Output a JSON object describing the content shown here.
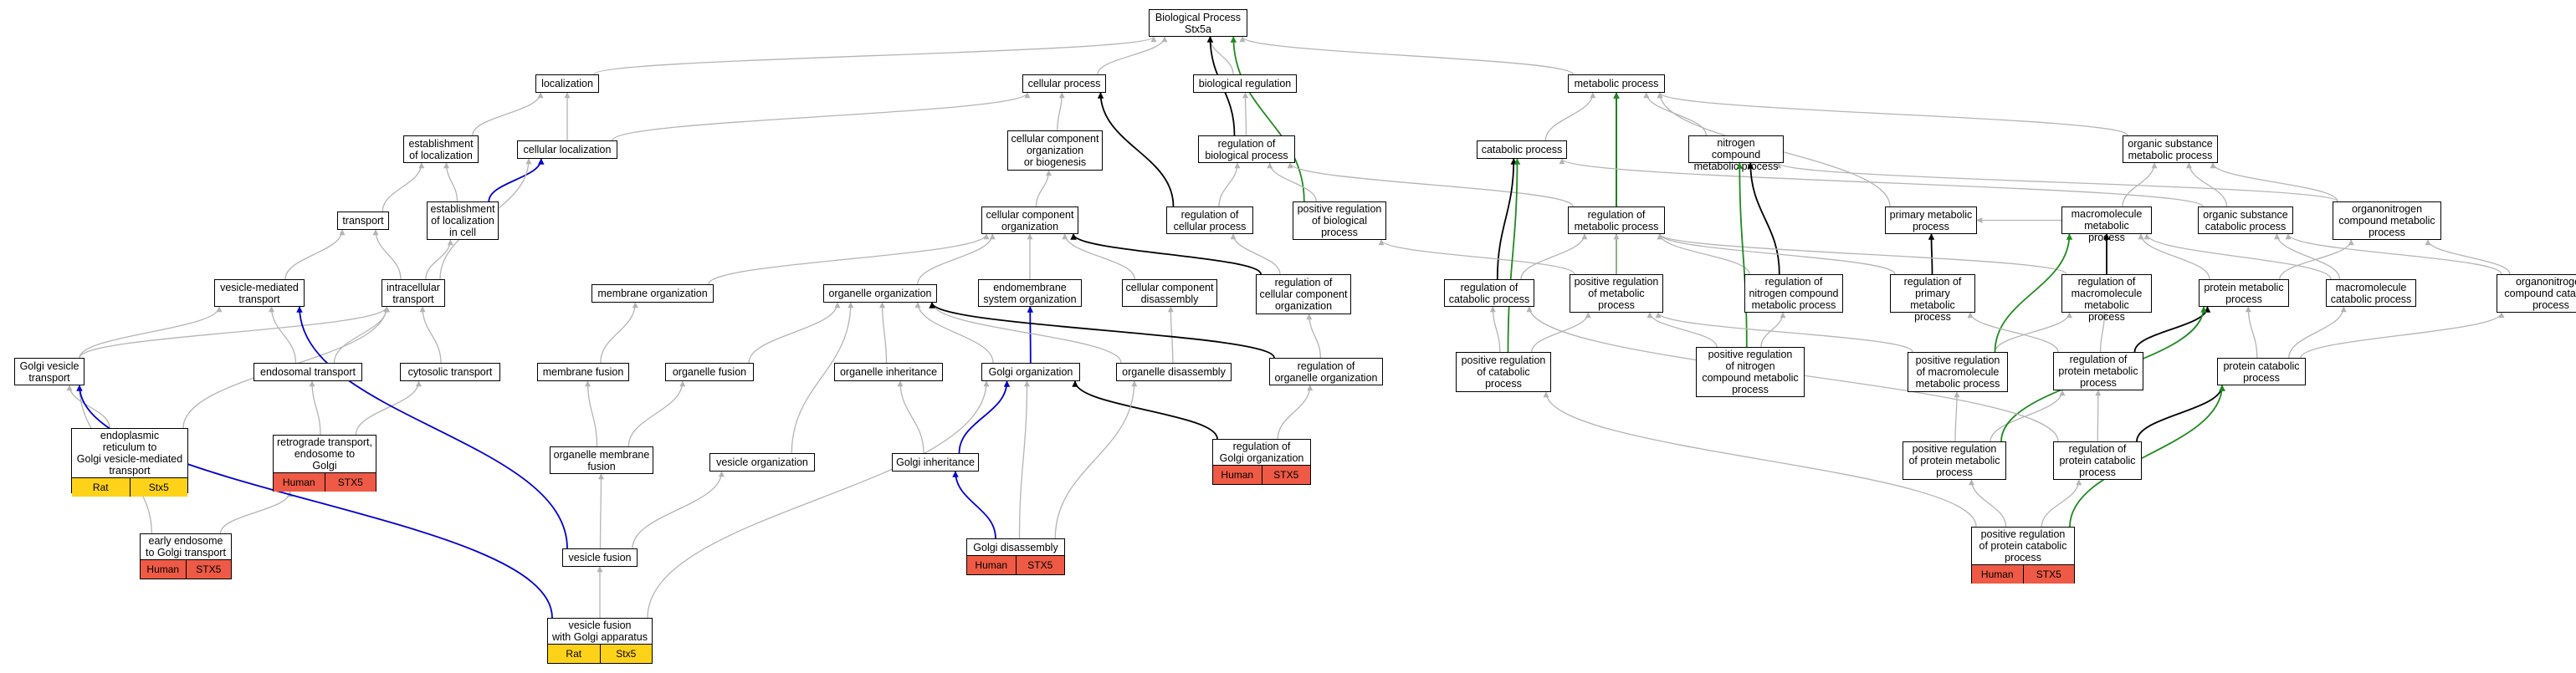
{
  "colors": {
    "is_a": "#b4b4b4",
    "part_of": "#0000cc",
    "regulates": "#000000",
    "positively_regulates": "#1f8a1f",
    "human_annotation": "#ee5a45",
    "rat_annotation": "#ffd21a"
  },
  "nodes": {
    "biological_process": {
      "label": "Biological Process\nStx5a"
    },
    "localization": {
      "label": "localization"
    },
    "cellular_process": {
      "label": "cellular process"
    },
    "biological_regulation": {
      "label": "biological regulation"
    },
    "metabolic_process": {
      "label": "metabolic process"
    },
    "establishment_of_localization": {
      "label": "establishment\nof localization"
    },
    "cellular_localization": {
      "label": "cellular localization"
    },
    "cellular_component_organization_or_biogenesis": {
      "label": "cellular component\norganization\nor biogenesis"
    },
    "regulation_of_biological_process": {
      "label": "regulation of\nbiological process"
    },
    "catabolic_process": {
      "label": "catabolic process"
    },
    "nitrogen_compound_metabolic_process": {
      "label": "nitrogen compound\nmetabolic process"
    },
    "organic_substance_metabolic_process": {
      "label": "organic substance\nmetabolic process"
    },
    "transport": {
      "label": "transport"
    },
    "establishment_of_localization_in_cell": {
      "label": "establishment\nof localization\nin cell"
    },
    "cellular_component_organization": {
      "label": "cellular component\norganization"
    },
    "regulation_of_cellular_process": {
      "label": "regulation of\ncellular process"
    },
    "positive_regulation_of_biological_process": {
      "label": "positive regulation\nof biological\nprocess"
    },
    "regulation_of_metabolic_process": {
      "label": "regulation of\nmetabolic process"
    },
    "primary_metabolic_process": {
      "label": "primary metabolic\nprocess"
    },
    "macromolecule_metabolic_process": {
      "label": "macromolecule\nmetabolic process"
    },
    "organic_substance_catabolic_process": {
      "label": "organic substance\ncatabolic process"
    },
    "organonitrogen_compound_metabolic_process": {
      "label": "organonitrogen\ncompound metabolic\nprocess"
    },
    "vesicle_mediated_transport": {
      "label": "vesicle-mediated\ntransport"
    },
    "intracellular_transport": {
      "label": "intracellular\ntransport"
    },
    "membrane_organization": {
      "label": "membrane organization"
    },
    "organelle_organization": {
      "label": "organelle organization"
    },
    "endomembrane_system_organization": {
      "label": "endomembrane\nsystem organization"
    },
    "cellular_component_disassembly": {
      "label": "cellular component\ndisassembly"
    },
    "regulation_of_cellular_component_organization": {
      "label": "regulation of\ncellular component\norganization"
    },
    "regulation_of_catabolic_process": {
      "label": "regulation of\ncatabolic process"
    },
    "positive_regulation_of_metabolic_process": {
      "label": "positive regulation\nof metabolic\nprocess"
    },
    "regulation_of_nitrogen_compound_metabolic_process": {
      "label": "regulation of\nnitrogen compound\nmetabolic process"
    },
    "regulation_of_primary_metabolic_process": {
      "label": "regulation of\nprimary metabolic\nprocess"
    },
    "regulation_of_macromolecule_metabolic_process": {
      "label": "regulation of\nmacromolecule\nmetabolic process"
    },
    "protein_metabolic_process": {
      "label": "protein metabolic\nprocess"
    },
    "macromolecule_catabolic_process": {
      "label": "macromolecule\ncatabolic process"
    },
    "organonitrogen_compound_catabolic_process": {
      "label": "organonitrogen\ncompound catabolic\nprocess"
    },
    "golgi_vesicle_transport": {
      "label": "Golgi vesicle\ntransport"
    },
    "endosomal_transport": {
      "label": "endosomal transport"
    },
    "cytosolic_transport": {
      "label": "cytosolic transport"
    },
    "membrane_fusion": {
      "label": "membrane fusion"
    },
    "organelle_fusion": {
      "label": "organelle fusion"
    },
    "organelle_inheritance": {
      "label": "organelle inheritance"
    },
    "golgi_organization": {
      "label": "Golgi organization"
    },
    "organelle_disassembly": {
      "label": "organelle disassembly"
    },
    "regulation_of_organelle_organization": {
      "label": "regulation of\norganelle organization"
    },
    "positive_regulation_of_catabolic_process": {
      "label": "positive regulation\nof catabolic\nprocess"
    },
    "positive_regulation_of_nitrogen_compound_metabolic_process": {
      "label": "positive regulation\nof nitrogen\ncompound metabolic\nprocess"
    },
    "positive_regulation_of_macromolecule_metabolic_process": {
      "label": "positive regulation\nof macromolecule\nmetabolic process"
    },
    "regulation_of_protein_metabolic_process": {
      "label": "regulation of\nprotein metabolic\nprocess"
    },
    "protein_catabolic_process": {
      "label": "protein catabolic\nprocess"
    },
    "er_to_golgi_vesicle_mediated_transport": {
      "label": "endoplasmic\nreticulum to\nGolgi vesicle-mediated\ntransport",
      "annotation": {
        "species": "Rat",
        "gene": "Stx5"
      }
    },
    "retrograde_transport_endosome_to_golgi": {
      "label": "retrograde transport,\nendosome to\nGolgi",
      "annotation": {
        "species": "Human",
        "gene": "STX5"
      }
    },
    "organelle_membrane_fusion": {
      "label": "organelle membrane\nfusion"
    },
    "vesicle_organization": {
      "label": "vesicle organization"
    },
    "golgi_inheritance": {
      "label": "Golgi inheritance"
    },
    "regulation_of_golgi_organization": {
      "label": "regulation of\nGolgi organization",
      "annotation": {
        "species": "Human",
        "gene": "STX5"
      }
    },
    "positive_regulation_of_protein_metabolic_process": {
      "label": "positive regulation\nof protein metabolic\nprocess"
    },
    "regulation_of_protein_catabolic_process": {
      "label": "regulation of\nprotein catabolic\nprocess"
    },
    "early_endosome_to_golgi_transport": {
      "label": "early endosome\nto Golgi transport",
      "annotation": {
        "species": "Human",
        "gene": "STX5"
      }
    },
    "golgi_disassembly": {
      "label": "Golgi disassembly",
      "annotation": {
        "species": "Human",
        "gene": "STX5"
      }
    },
    "vesicle_fusion": {
      "label": "vesicle fusion"
    },
    "positive_regulation_of_protein_catabolic_process": {
      "label": "positive regulation\nof protein catabolic\nprocess",
      "annotation": {
        "species": "Human",
        "gene": "STX5"
      }
    },
    "vesicle_fusion_with_golgi_apparatus": {
      "label": "vesicle fusion\nwith Golgi apparatus",
      "annotation": {
        "species": "Rat",
        "gene": "Stx5"
      }
    }
  },
  "edges": [
    [
      "localization",
      "biological_process",
      "is_a"
    ],
    [
      "cellular_process",
      "biological_process",
      "is_a"
    ],
    [
      "biological_regulation",
      "biological_process",
      "is_a"
    ],
    [
      "metabolic_process",
      "biological_process",
      "is_a"
    ],
    [
      "regulation_of_biological_process",
      "biological_process",
      "regulates"
    ],
    [
      "positive_regulation_of_biological_process",
      "biological_process",
      "positively_regulates"
    ],
    [
      "establishment_of_localization",
      "localization",
      "is_a"
    ],
    [
      "cellular_localization",
      "localization",
      "is_a"
    ],
    [
      "cellular_localization",
      "cellular_process",
      "is_a"
    ],
    [
      "cellular_component_organization_or_biogenesis",
      "cellular_process",
      "is_a"
    ],
    [
      "regulation_of_biological_process",
      "biological_regulation",
      "is_a"
    ],
    [
      "regulation_of_cellular_process",
      "cellular_process",
      "regulates"
    ],
    [
      "catabolic_process",
      "metabolic_process",
      "is_a"
    ],
    [
      "nitrogen_compound_metabolic_process",
      "metabolic_process",
      "is_a"
    ],
    [
      "organic_substance_metabolic_process",
      "metabolic_process",
      "is_a"
    ],
    [
      "primary_metabolic_process",
      "metabolic_process",
      "is_a"
    ],
    [
      "regulation_of_metabolic_process",
      "metabolic_process",
      "regulates"
    ],
    [
      "positive_regulation_of_metabolic_process",
      "metabolic_process",
      "positively_regulates"
    ],
    [
      "transport",
      "establishment_of_localization",
      "is_a"
    ],
    [
      "establishment_of_localization_in_cell",
      "establishment_of_localization",
      "is_a"
    ],
    [
      "establishment_of_localization_in_cell",
      "cellular_localization",
      "part_of"
    ],
    [
      "cellular_component_organization",
      "cellular_component_organization_or_biogenesis",
      "is_a"
    ],
    [
      "regulation_of_cellular_process",
      "regulation_of_biological_process",
      "is_a"
    ],
    [
      "positive_regulation_of_biological_process",
      "regulation_of_biological_process",
      "is_a"
    ],
    [
      "regulation_of_metabolic_process",
      "regulation_of_biological_process",
      "is_a"
    ],
    [
      "organic_substance_catabolic_process",
      "catabolic_process",
      "is_a"
    ],
    [
      "organonitrogen_compound_metabolic_process",
      "nitrogen_compound_metabolic_process",
      "is_a"
    ],
    [
      "organonitrogen_compound_metabolic_process",
      "organic_substance_metabolic_process",
      "is_a"
    ],
    [
      "macromolecule_metabolic_process",
      "organic_substance_metabolic_process",
      "is_a"
    ],
    [
      "macromolecule_metabolic_process",
      "primary_metabolic_process",
      "is_a"
    ],
    [
      "organic_substance_catabolic_process",
      "organic_substance_metabolic_process",
      "is_a"
    ],
    [
      "vesicle_mediated_transport",
      "transport",
      "is_a"
    ],
    [
      "intracellular_transport",
      "transport",
      "is_a"
    ],
    [
      "intracellular_transport",
      "establishment_of_localization_in_cell",
      "is_a"
    ],
    [
      "intracellular_transport",
      "cellular_localization",
      "is_a"
    ],
    [
      "membrane_organization",
      "cellular_component_organization",
      "is_a"
    ],
    [
      "organelle_organization",
      "cellular_component_organization",
      "is_a"
    ],
    [
      "endomembrane_system_organization",
      "cellular_component_organization",
      "is_a"
    ],
    [
      "cellular_component_disassembly",
      "cellular_component_organization",
      "is_a"
    ],
    [
      "regulation_of_cellular_component_organization",
      "cellular_component_organization",
      "regulates"
    ],
    [
      "regulation_of_cellular_component_organization",
      "regulation_of_cellular_process",
      "is_a"
    ],
    [
      "regulation_of_catabolic_process",
      "regulation_of_metabolic_process",
      "is_a"
    ],
    [
      "regulation_of_catabolic_process",
      "catabolic_process",
      "regulates"
    ],
    [
      "positive_regulation_of_metabolic_process",
      "regulation_of_metabolic_process",
      "is_a"
    ],
    [
      "positive_regulation_of_metabolic_process",
      "positive_regulation_of_biological_process",
      "is_a"
    ],
    [
      "regulation_of_nitrogen_compound_metabolic_process",
      "regulation_of_metabolic_process",
      "is_a"
    ],
    [
      "regulation_of_nitrogen_compound_metabolic_process",
      "nitrogen_compound_metabolic_process",
      "regulates"
    ],
    [
      "regulation_of_primary_metabolic_process",
      "regulation_of_metabolic_process",
      "is_a"
    ],
    [
      "regulation_of_primary_metabolic_process",
      "primary_metabolic_process",
      "regulates"
    ],
    [
      "regulation_of_macromolecule_metabolic_process",
      "regulation_of_metabolic_process",
      "is_a"
    ],
    [
      "regulation_of_macromolecule_metabolic_process",
      "macromolecule_metabolic_process",
      "regulates"
    ],
    [
      "protein_metabolic_process",
      "macromolecule_metabolic_process",
      "is_a"
    ],
    [
      "protein_metabolic_process",
      "organonitrogen_compound_metabolic_process",
      "is_a"
    ],
    [
      "macromolecule_catabolic_process",
      "macromolecule_metabolic_process",
      "is_a"
    ],
    [
      "macromolecule_catabolic_process",
      "organic_substance_catabolic_process",
      "is_a"
    ],
    [
      "organonitrogen_compound_catabolic_process",
      "organonitrogen_compound_metabolic_process",
      "is_a"
    ],
    [
      "organonitrogen_compound_catabolic_process",
      "organic_substance_catabolic_process",
      "is_a"
    ],
    [
      "golgi_vesicle_transport",
      "vesicle_mediated_transport",
      "is_a"
    ],
    [
      "golgi_vesicle_transport",
      "intracellular_transport",
      "is_a"
    ],
    [
      "endosomal_transport",
      "intracellular_transport",
      "is_a"
    ],
    [
      "endosomal_transport",
      "vesicle_mediated_transport",
      "is_a"
    ],
    [
      "cytosolic_transport",
      "intracellular_transport",
      "is_a"
    ],
    [
      "membrane_fusion",
      "membrane_organization",
      "is_a"
    ],
    [
      "organelle_fusion",
      "organelle_organization",
      "is_a"
    ],
    [
      "organelle_inheritance",
      "organelle_organization",
      "is_a"
    ],
    [
      "golgi_organization",
      "organelle_organization",
      "is_a"
    ],
    [
      "golgi_organization",
      "endomembrane_system_organization",
      "part_of"
    ],
    [
      "organelle_disassembly",
      "organelle_organization",
      "is_a"
    ],
    [
      "organelle_disassembly",
      "cellular_component_disassembly",
      "is_a"
    ],
    [
      "regulation_of_organelle_organization",
      "regulation_of_cellular_component_organization",
      "is_a"
    ],
    [
      "regulation_of_organelle_organization",
      "organelle_organization",
      "regulates"
    ],
    [
      "positive_regulation_of_catabolic_process",
      "regulation_of_catabolic_process",
      "is_a"
    ],
    [
      "positive_regulation_of_catabolic_process",
      "positive_regulation_of_metabolic_process",
      "is_a"
    ],
    [
      "positive_regulation_of_catabolic_process",
      "catabolic_process",
      "positively_regulates"
    ],
    [
      "positive_regulation_of_nitrogen_compound_metabolic_process",
      "regulation_of_nitrogen_compound_metabolic_process",
      "is_a"
    ],
    [
      "positive_regulation_of_nitrogen_compound_metabolic_process",
      "positive_regulation_of_metabolic_process",
      "is_a"
    ],
    [
      "positive_regulation_of_nitrogen_compound_metabolic_process",
      "nitrogen_compound_metabolic_process",
      "positively_regulates"
    ],
    [
      "positive_regulation_of_macromolecule_metabolic_process",
      "regulation_of_macromolecule_metabolic_process",
      "is_a"
    ],
    [
      "positive_regulation_of_macromolecule_metabolic_process",
      "positive_regulation_of_metabolic_process",
      "is_a"
    ],
    [
      "positive_regulation_of_macromolecule_metabolic_process",
      "macromolecule_metabolic_process",
      "positively_regulates"
    ],
    [
      "regulation_of_protein_metabolic_process",
      "regulation_of_macromolecule_metabolic_process",
      "is_a"
    ],
    [
      "regulation_of_protein_metabolic_process",
      "regulation_of_primary_metabolic_process",
      "is_a"
    ],
    [
      "regulation_of_protein_metabolic_process",
      "protein_metabolic_process",
      "regulates"
    ],
    [
      "protein_catabolic_process",
      "protein_metabolic_process",
      "is_a"
    ],
    [
      "protein_catabolic_process",
      "macromolecule_catabolic_process",
      "is_a"
    ],
    [
      "protein_catabolic_process",
      "organonitrogen_compound_catabolic_process",
      "is_a"
    ],
    [
      "er_to_golgi_vesicle_mediated_transport",
      "golgi_vesicle_transport",
      "is_a"
    ],
    [
      "er_to_golgi_vesicle_mediated_transport",
      "intracellular_transport",
      "is_a"
    ],
    [
      "retrograde_transport_endosome_to_golgi",
      "endosomal_transport",
      "is_a"
    ],
    [
      "retrograde_transport_endosome_to_golgi",
      "cytosolic_transport",
      "is_a"
    ],
    [
      "organelle_membrane_fusion",
      "membrane_fusion",
      "is_a"
    ],
    [
      "organelle_membrane_fusion",
      "organelle_fusion",
      "is_a"
    ],
    [
      "vesicle_organization",
      "organelle_organization",
      "is_a"
    ],
    [
      "golgi_inheritance",
      "organelle_inheritance",
      "is_a"
    ],
    [
      "golgi_inheritance",
      "golgi_organization",
      "is_a"
    ],
    [
      "golgi_inheritance",
      "golgi_organization",
      "part_of"
    ],
    [
      "regulation_of_golgi_organization",
      "regulation_of_organelle_organization",
      "is_a"
    ],
    [
      "regulation_of_golgi_organization",
      "golgi_organization",
      "regulates"
    ],
    [
      "positive_regulation_of_protein_metabolic_process",
      "regulation_of_protein_metabolic_process",
      "is_a"
    ],
    [
      "positive_regulation_of_protein_metabolic_process",
      "positive_regulation_of_macromolecule_metabolic_process",
      "is_a"
    ],
    [
      "positive_regulation_of_protein_metabolic_process",
      "protein_metabolic_process",
      "positively_regulates"
    ],
    [
      "regulation_of_protein_catabolic_process",
      "regulation_of_protein_metabolic_process",
      "is_a"
    ],
    [
      "regulation_of_protein_catabolic_process",
      "regulation_of_catabolic_process",
      "is_a"
    ],
    [
      "regulation_of_protein_catabolic_process",
      "protein_catabolic_process",
      "regulates"
    ],
    [
      "early_endosome_to_golgi_transport",
      "retrograde_transport_endosome_to_golgi",
      "is_a"
    ],
    [
      "early_endosome_to_golgi_transport",
      "golgi_vesicle_transport",
      "is_a"
    ],
    [
      "golgi_disassembly",
      "golgi_organization",
      "is_a"
    ],
    [
      "golgi_disassembly",
      "organelle_disassembly",
      "is_a"
    ],
    [
      "golgi_disassembly",
      "golgi_inheritance",
      "part_of"
    ],
    [
      "vesicle_fusion",
      "organelle_membrane_fusion",
      "is_a"
    ],
    [
      "vesicle_fusion",
      "vesicle_organization",
      "is_a"
    ],
    [
      "vesicle_fusion",
      "vesicle_mediated_transport",
      "part_of"
    ],
    [
      "positive_regulation_of_protein_catabolic_process",
      "regulation_of_protein_catabolic_process",
      "is_a"
    ],
    [
      "positive_regulation_of_protein_catabolic_process",
      "positive_regulation_of_protein_metabolic_process",
      "is_a"
    ],
    [
      "positive_regulation_of_protein_catabolic_process",
      "positive_regulation_of_catabolic_process",
      "is_a"
    ],
    [
      "positive_regulation_of_protein_catabolic_process",
      "protein_catabolic_process",
      "positively_regulates"
    ],
    [
      "vesicle_fusion_with_golgi_apparatus",
      "vesicle_fusion",
      "is_a"
    ],
    [
      "vesicle_fusion_with_golgi_apparatus",
      "golgi_organization",
      "is_a"
    ],
    [
      "vesicle_fusion_with_golgi_apparatus",
      "golgi_vesicle_transport",
      "part_of"
    ]
  ]
}
